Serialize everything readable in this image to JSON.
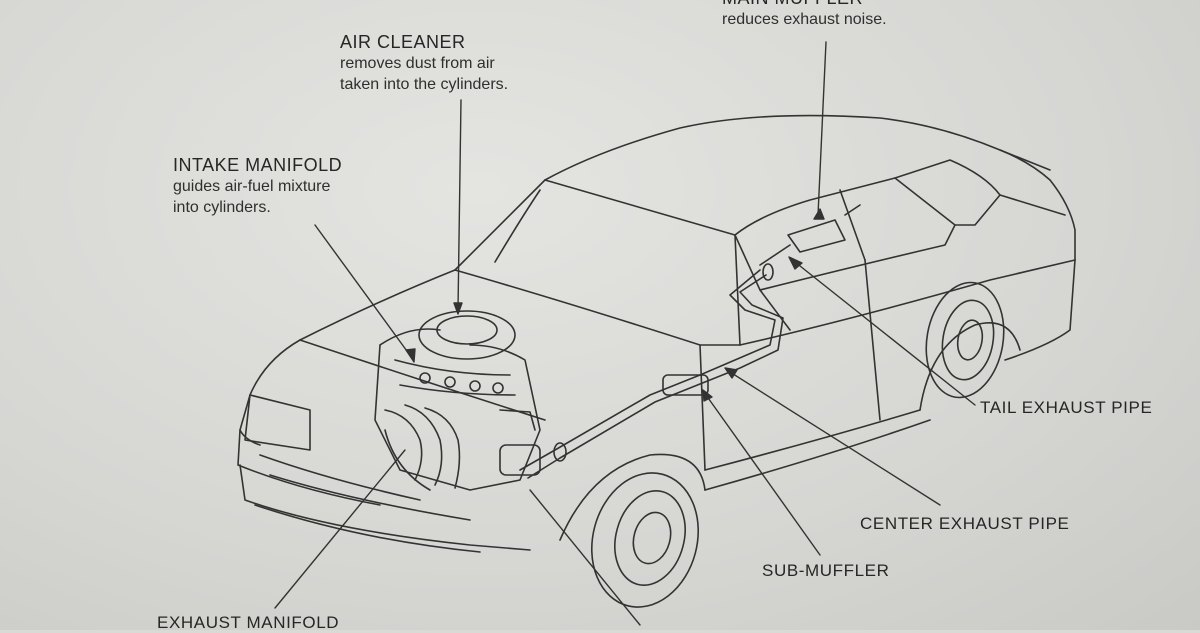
{
  "labels": {
    "main_muffler": {
      "title": "MAIN MUFFLER",
      "desc": "reduces exhaust noise."
    },
    "air_cleaner": {
      "title": "AIR CLEANER",
      "desc1": "removes dust from air",
      "desc2": "taken into the cylinders."
    },
    "intake_manifold": {
      "title": "INTAKE MANIFOLD",
      "desc1": "guides air-fuel mixture",
      "desc2": "into cylinders."
    },
    "tail_exhaust_pipe": "TAIL EXHAUST PIPE",
    "center_exhaust_pipe": "CENTER EXHAUST PIPE",
    "sub_muffler": "SUB-MUFFLER",
    "exhaust_manifold": "EXHAUST MANIFOLD"
  }
}
